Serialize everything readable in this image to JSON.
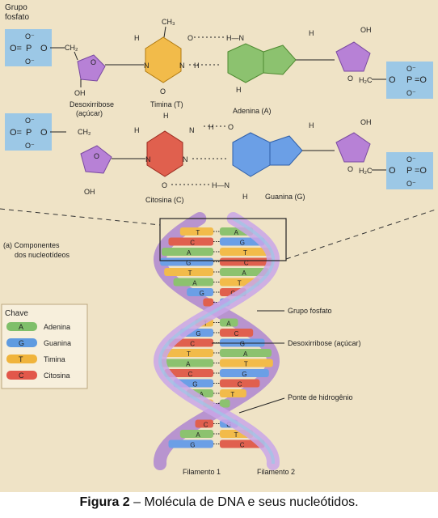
{
  "top": {
    "grupo_fosfato": [
      "Grupo",
      "fosfato"
    ],
    "phosphate_left": {
      "o_top": "O⁻",
      "o_left": "O=",
      "p": "P",
      "o_right": "O",
      "o_bottom": "O⁻"
    },
    "phosphate_right": {
      "o_top": "O⁻",
      "o_left": "O",
      "p": "P",
      "o_right": "=O",
      "o_bottom": "O⁻"
    },
    "ch2": "CH₂",
    "h2c": "H₂C",
    "oh": "OH",
    "o": "O",
    "desoxirribose": [
      "Desoxirribose",
      "(açúcar)"
    ],
    "timina": "Timina (T)",
    "adenina": "Adenina (A)",
    "citosina": "Citosina (C)",
    "guanina": "Guanina (G)",
    "ch3": "CH₃",
    "h": "H",
    "n": "N",
    "nh": "N—H",
    "hn": "H—N"
  },
  "diagram": {
    "componentes": [
      "(a) Componentes",
      "dos nucleotídeos"
    ],
    "chave_title": "Chave",
    "key": [
      {
        "letter": "A",
        "name": "Adenina",
        "color": "#7fbf6a"
      },
      {
        "letter": "G",
        "name": "Guanina",
        "color": "#5f9be0"
      },
      {
        "letter": "T",
        "name": "Timina",
        "color": "#f0b43c"
      },
      {
        "letter": "C",
        "name": "Citosina",
        "color": "#e2574a"
      }
    ],
    "grupo_fosfato": "Grupo fosfato",
    "desoxirribose": "Desoxirribose (açúcar)",
    "ponte": "Ponte de hidrogênio",
    "filamento1": "Filamento 1",
    "filamento2": "Filamento 2"
  },
  "caption": {
    "bold": "Figura 2",
    "rest": " – Molécula de DNA e seus nucleótidos."
  },
  "colors": {
    "phosphate": "#9cc8e6",
    "sugar": "#b781d6",
    "thymine": "#f2bb4a",
    "adenine": "#8cc26f",
    "cytosine": "#e0604e",
    "guanine": "#6b9fe6",
    "strand": "#c9a6e8"
  }
}
